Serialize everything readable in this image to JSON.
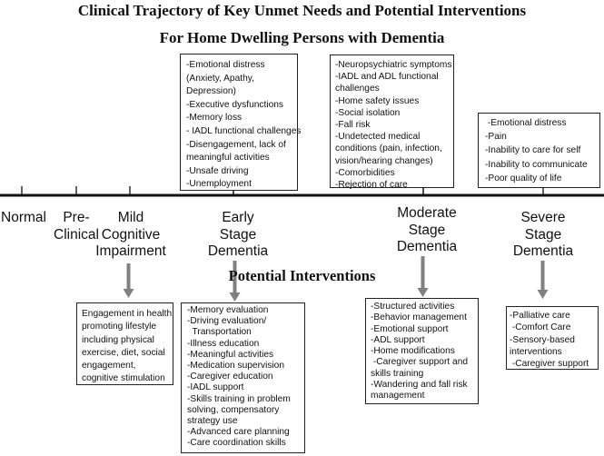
{
  "title_line1": "Clinical Trajectory of Key Unmet Needs and Potential Interventions",
  "title_line2": "For Home Dwelling Persons with Dementia",
  "stages": [
    {
      "id": "normal",
      "lines": [
        "Normal"
      ]
    },
    {
      "id": "preclinical",
      "lines": [
        "Pre-",
        "Clinical"
      ]
    },
    {
      "id": "mci",
      "lines": [
        "Mild",
        "Cognitive",
        "Impairment"
      ]
    },
    {
      "id": "early",
      "lines": [
        "Early",
        "Stage",
        "Dementia"
      ]
    },
    {
      "id": "moderate",
      "lines": [
        "Moderate",
        "Stage",
        "Dementia"
      ]
    },
    {
      "id": "severe",
      "lines": [
        "Severe",
        "Stage",
        "Dementia"
      ]
    }
  ],
  "needs": {
    "early": [
      "-Emotional distress",
      "(Anxiety, Apathy,",
      "Depression)",
      "-Executive dysfunctions",
      "-Memory loss",
      "- IADL functional challenges",
      "-Disengagement, lack of",
      "meaningful activities",
      "-Unsafe driving",
      "-Unemployment"
    ],
    "moderate": [
      "-Neuropsychiatric symptoms",
      "-IADL and ADL functional",
      "challenges",
      "-Home safety issues",
      "-Social isolation",
      "-Fall risk",
      "-Undetected medical",
      "conditions (pain, infection,",
      "vision/hearing changes)",
      "-Comorbidities",
      "-Rejection of care"
    ],
    "severe": [
      " -Emotional distress",
      "-Pain",
      "-Inability to care for self",
      "-Inability to communicate",
      "-Poor quality of life"
    ]
  },
  "potential_interventions_label": "Potential Interventions",
  "interventions": {
    "mci": [
      "Engagement in health",
      "promoting lifestyle",
      "including physical",
      "exercise, diet, social",
      "engagement,",
      "cognitive stimulation"
    ],
    "early": [
      "-Memory evaluation",
      "-Driving evaluation/",
      "  Transportation",
      "-Illness education",
      "-Meaningful activities",
      "-Medication supervision",
      "-Caregiver education",
      "-IADL support",
      "-Skills training in problem",
      "solving, compensatory",
      "strategy use",
      "-Advanced care planning",
      "-Care coordination skills"
    ],
    "moderate": [
      "-Structured activities",
      "-Behavior management",
      "-Emotional support",
      "-ADL support",
      "-Home modifications",
      " -Caregiver support and",
      "skills training",
      "-Wandering and fall risk",
      "management"
    ],
    "severe": [
      "-Palliative care",
      " -Comfort Care",
      "-Sensory-based",
      "interventions",
      " -Caregiver support"
    ]
  }
}
